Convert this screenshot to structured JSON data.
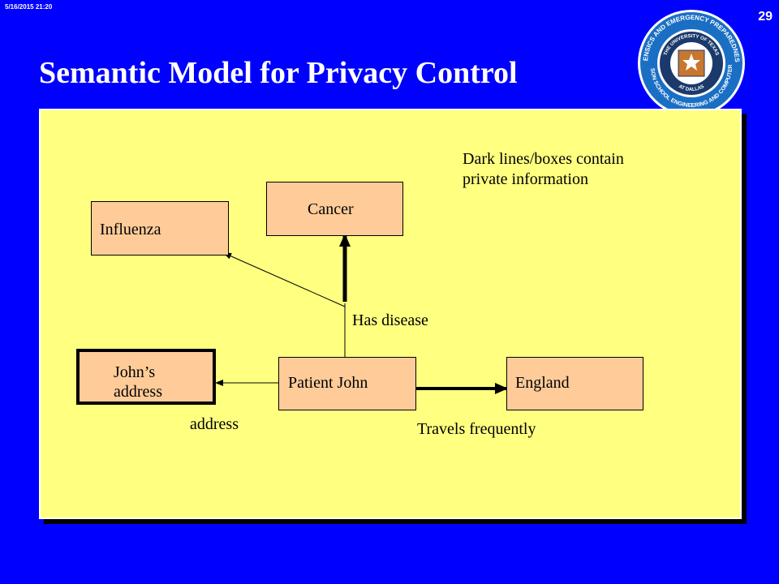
{
  "header": {
    "date": "5/16/2015  21:20",
    "slide_number": "29",
    "title": "Semantic Model for Privacy Control"
  },
  "logo": {
    "icon": "university-seal-icon",
    "arc_top": "DIGITAL FORENSICS AND EMERGENCY PREPAREDNESS INSTITUTE",
    "arc_bottom": "ERIK JONSSON SCHOOL ENGINEERING AND COMPUTER SCIENCE",
    "inner_top": "THE UNIVERSITY OF TEXAS",
    "inner_bottom": "AT DALLAS",
    "colors": {
      "ring": "#1a6fc4",
      "dark": "#1b3a6b",
      "center": "#ffffff"
    }
  },
  "diagram": {
    "note": "Dark lines/boxes contain\nprivate information",
    "nodes": {
      "influenza": "Influenza",
      "cancer": "Cancer",
      "johns_address": "John’s\naddress",
      "patient_john": "Patient John",
      "england": "England"
    },
    "edges": {
      "has_disease": "Has disease",
      "address": "address",
      "travels_frequently": "Travels frequently"
    },
    "colors": {
      "background": "#0000ff",
      "panel": "#ffff80",
      "node_fill": "#ffcc99"
    }
  }
}
